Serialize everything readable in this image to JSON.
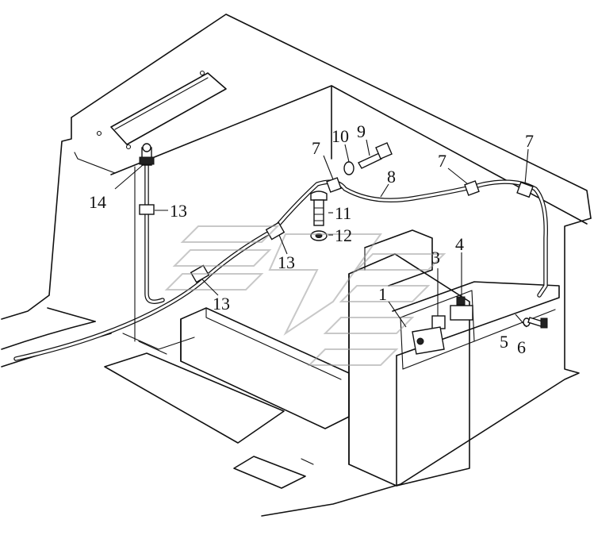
{
  "callouts": [
    {
      "id": "1",
      "label": "1"
    },
    {
      "id": "3",
      "label": "3"
    },
    {
      "id": "4",
      "label": "4"
    },
    {
      "id": "5",
      "label": "5"
    },
    {
      "id": "6",
      "label": "6"
    },
    {
      "id": "7a",
      "label": "7"
    },
    {
      "id": "7b",
      "label": "7"
    },
    {
      "id": "7c",
      "label": "7"
    },
    {
      "id": "8",
      "label": "8"
    },
    {
      "id": "9",
      "label": "9"
    },
    {
      "id": "10",
      "label": "10"
    },
    {
      "id": "11",
      "label": "11"
    },
    {
      "id": "12",
      "label": "12"
    },
    {
      "id": "13a",
      "label": "13"
    },
    {
      "id": "13b",
      "label": "13"
    },
    {
      "id": "13c",
      "label": "13"
    },
    {
      "id": "14",
      "label": "14"
    }
  ]
}
